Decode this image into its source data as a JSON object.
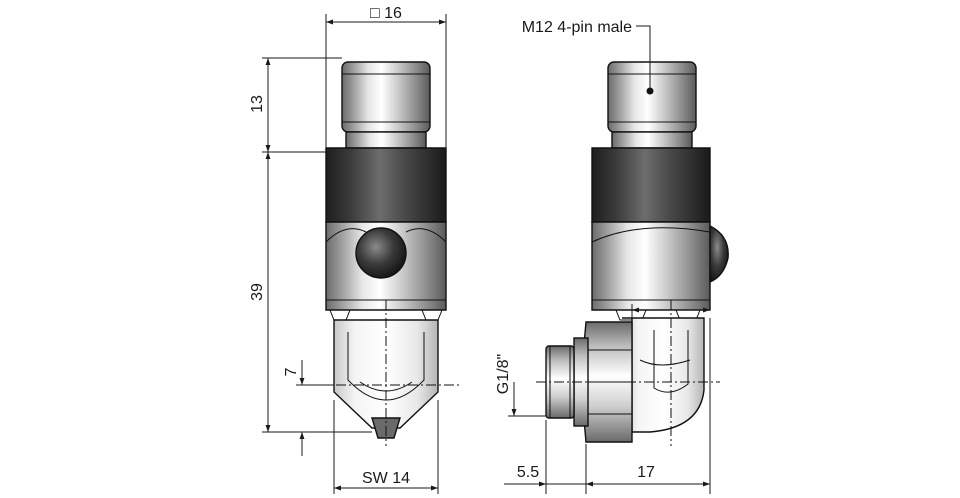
{
  "diagram": {
    "top_width_symbol": "□",
    "top_width_value": "16",
    "connector_label": "M12 4-pin male",
    "dim_left_upper": "13",
    "dim_left_main": "39",
    "dim_left_lower": "7",
    "thread_label": "G1/8\"",
    "wrench_label": "SW",
    "wrench_value": "14",
    "dim_bottom_left": "5.5",
    "dim_bottom_right": "17"
  }
}
